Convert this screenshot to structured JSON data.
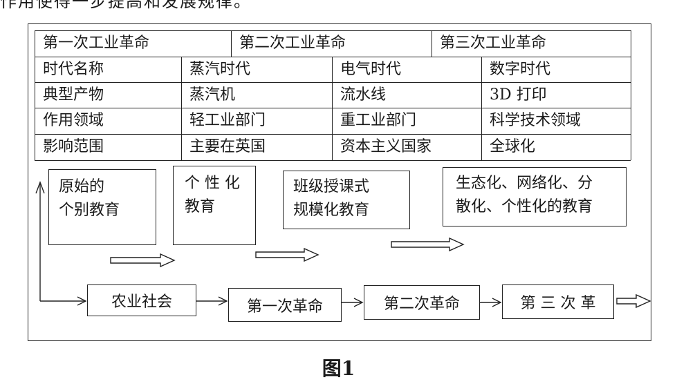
{
  "header_fragment": "作用使得一步提高和发展规律。",
  "table": {
    "header": [
      "第一次工业革命",
      "第二次工业革命",
      "第三次工业革命"
    ],
    "rows": [
      [
        "时代名称",
        "蒸汽时代",
        "电气时代",
        "数字时代"
      ],
      [
        "典型产物",
        "蒸汽机",
        "流水线",
        "3D 打印"
      ],
      [
        "作用领域",
        "轻工业部门",
        "重工业部门",
        "科学技术领域"
      ],
      [
        "影响范围",
        "主要在英国",
        "资本主义国家",
        "全球化"
      ]
    ]
  },
  "education_boxes": [
    {
      "line1": "原始的",
      "line2": "个别教育"
    },
    {
      "line1": "个 性 化",
      "line2": "教育"
    },
    {
      "line1": "班级授课式",
      "line2": "规模化教育"
    },
    {
      "line1": "生态化、网络化、分",
      "line2": "散化、个性化的教育"
    }
  ],
  "stages": [
    "农业社会",
    "第一次革命",
    "第二次革命",
    "第 三 次 革"
  ],
  "caption": "图1"
}
